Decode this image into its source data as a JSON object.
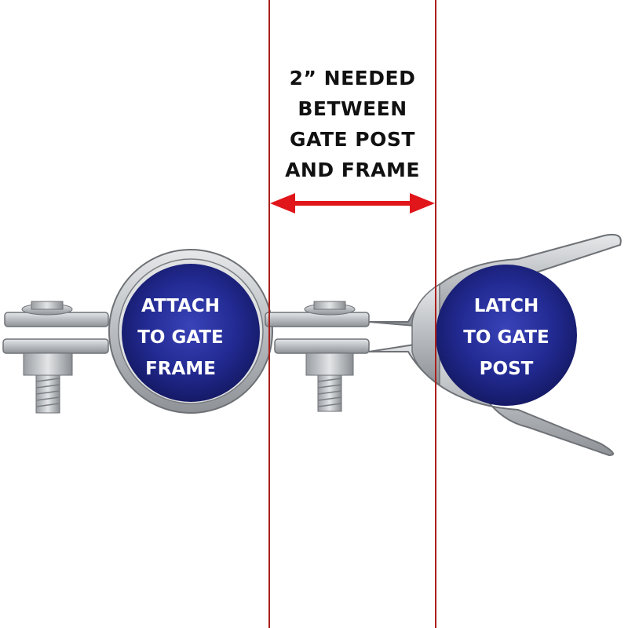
{
  "instruction": {
    "lines": [
      "2” NEEDED",
      "BETWEEN",
      "GATE POST",
      "AND FRAME"
    ]
  },
  "left_label": {
    "lines": [
      "ATTACH",
      "TO GATE",
      "FRAME"
    ]
  },
  "right_label": {
    "lines": [
      "LATCH",
      "TO GATE",
      "POST"
    ]
  },
  "colors": {
    "guide_line": "#a8201c",
    "arrow": "#e0161b",
    "post_blue": "#1e2380",
    "steel": "#c9ccd0"
  }
}
